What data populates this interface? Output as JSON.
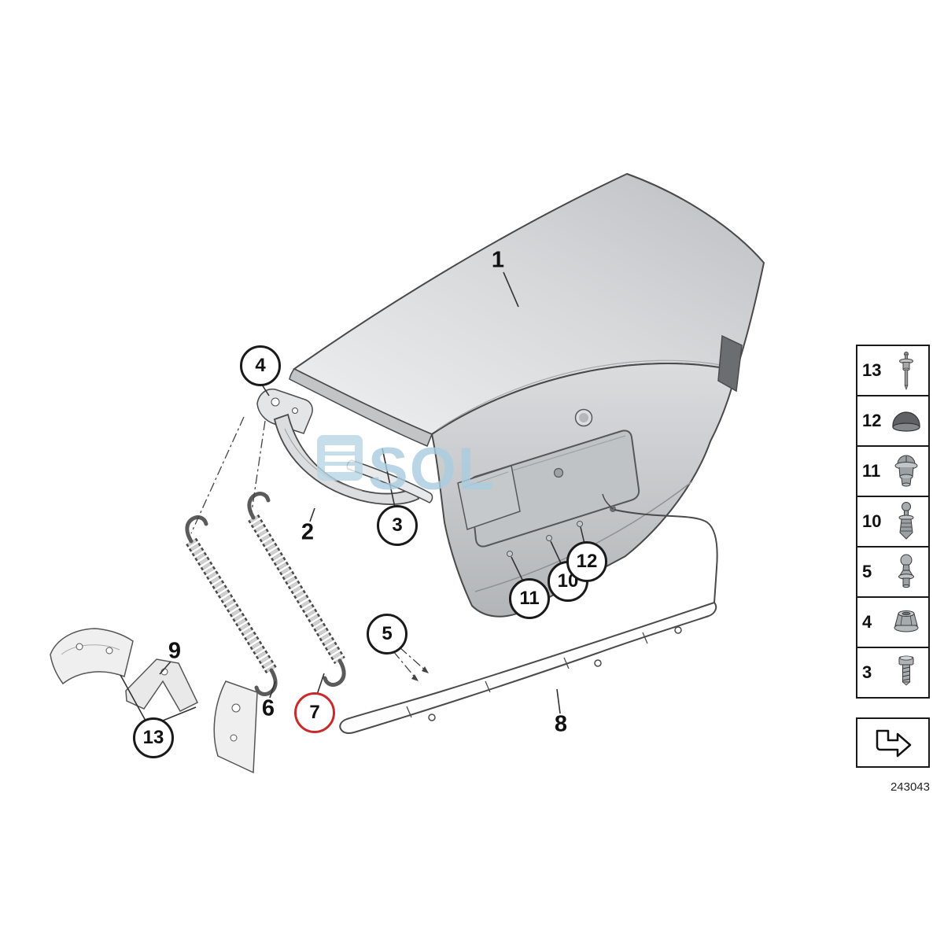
{
  "watermark": {
    "text": "SOL"
  },
  "footer": {
    "diagram_number": "243043"
  },
  "callouts": [
    {
      "label": "1",
      "shape": "plain"
    },
    {
      "label": "2",
      "shape": "plain"
    },
    {
      "label": "3",
      "shape": "circle"
    },
    {
      "label": "4",
      "shape": "circle"
    },
    {
      "label": "5",
      "shape": "circle"
    },
    {
      "label": "6",
      "shape": "plain"
    },
    {
      "label": "7",
      "shape": "circle-red"
    },
    {
      "label": "8",
      "shape": "plain"
    },
    {
      "label": "9",
      "shape": "plain"
    },
    {
      "label": "10",
      "shape": "circle"
    },
    {
      "label": "11",
      "shape": "circle"
    },
    {
      "label": "12",
      "shape": "circle"
    },
    {
      "label": "13",
      "shape": "circle"
    }
  ],
  "sidebar": {
    "items": [
      {
        "label": "13",
        "icon": "blind-rivet-icon"
      },
      {
        "label": "12",
        "icon": "cover-cap-icon"
      },
      {
        "label": "11",
        "icon": "sealing-grommet-icon"
      },
      {
        "label": "10",
        "icon": "expanding-rivet-icon"
      },
      {
        "label": "5",
        "icon": "ball-pin-icon"
      },
      {
        "label": "4",
        "icon": "flange-nut-icon"
      },
      {
        "label": "3",
        "icon": "torx-screw-icon"
      },
      {
        "label": "",
        "icon": "continuation-arrow-icon"
      }
    ]
  },
  "colors": {
    "highlight_red": "#c92a2a",
    "watermark_blue": "#b9d7e6"
  }
}
